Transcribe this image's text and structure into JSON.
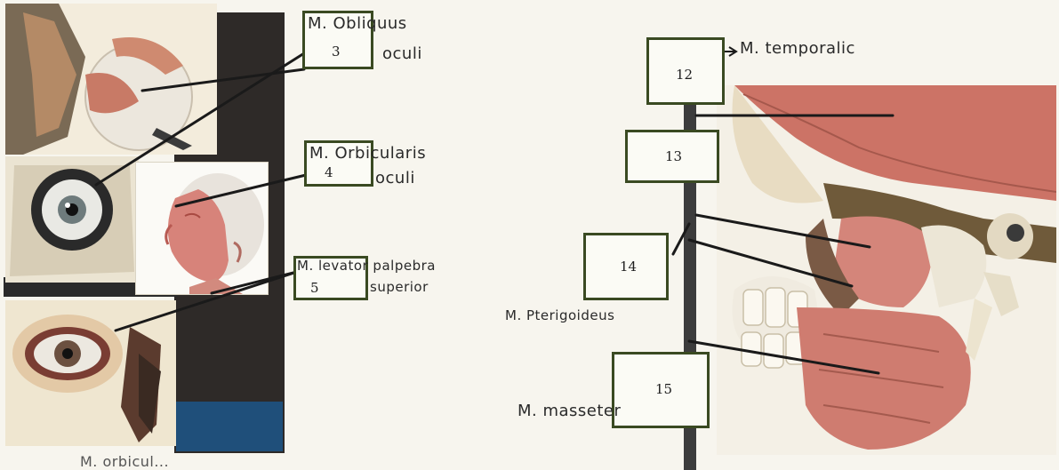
{
  "colors": {
    "box_border": "#3a4a22",
    "pole": "#3c3c3c",
    "muscle": "#c8685c",
    "bone": "#e9dfc8",
    "leader_line": "#1a1a1a"
  },
  "labels": {
    "box3": {
      "number": "3",
      "line1": "M. Obliquus",
      "line2": "oculi"
    },
    "box4": {
      "number": "4",
      "line1": "M. Orbicularis",
      "line2": "oculi"
    },
    "box5": {
      "number": "5",
      "line1": "M. levator palpebra",
      "line2": "superior"
    },
    "box12": {
      "number": "12",
      "text": "M. temporalic"
    },
    "box13": {
      "number": "13"
    },
    "box14": {
      "number": "14",
      "text": "M. Pterigoideus"
    },
    "box15": {
      "number": "15",
      "text": "M. masseter"
    }
  },
  "bottom_text": "M. orbicul..."
}
